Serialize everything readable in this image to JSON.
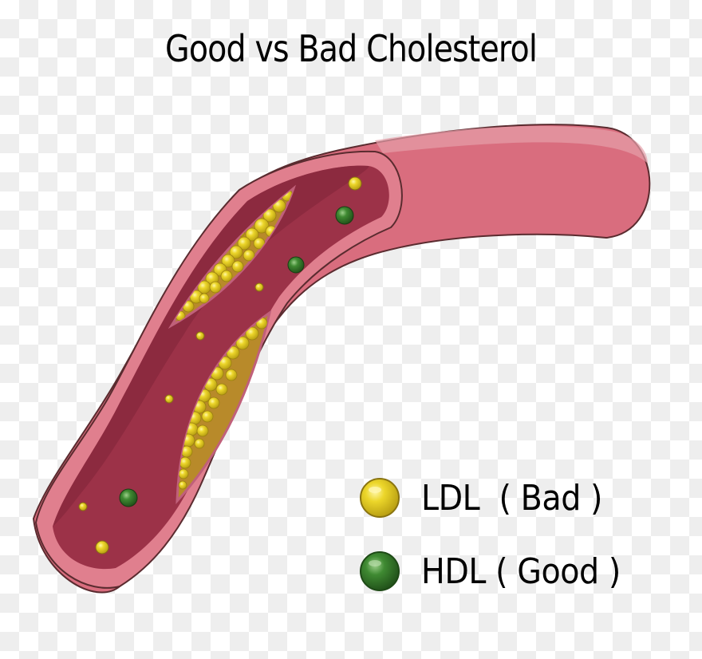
{
  "title": "Good vs Bad Cholesterol",
  "legend": {
    "items": [
      {
        "label": "LDL  ( Bad )",
        "icon": "yellow-particle-icon",
        "color": "#e2c81e"
      },
      {
        "label": "HDL ( Good )",
        "icon": "green-particle-icon",
        "color": "#3a7a2e"
      }
    ]
  },
  "colors": {
    "vessel_outer": "#d96d7e",
    "vessel_wall": "#e07f8e",
    "vessel_inner": "#9c3248",
    "vessel_inner_dark": "#86263c",
    "outline": "#5a2b2f",
    "ldl": "#e2c81e",
    "hdl": "#3a7a2e"
  },
  "diagram": {
    "subject": "artery cross-section with plaque build-up",
    "particles": {
      "ldl_free_count": 7,
      "hdl_free_count": 3
    }
  }
}
